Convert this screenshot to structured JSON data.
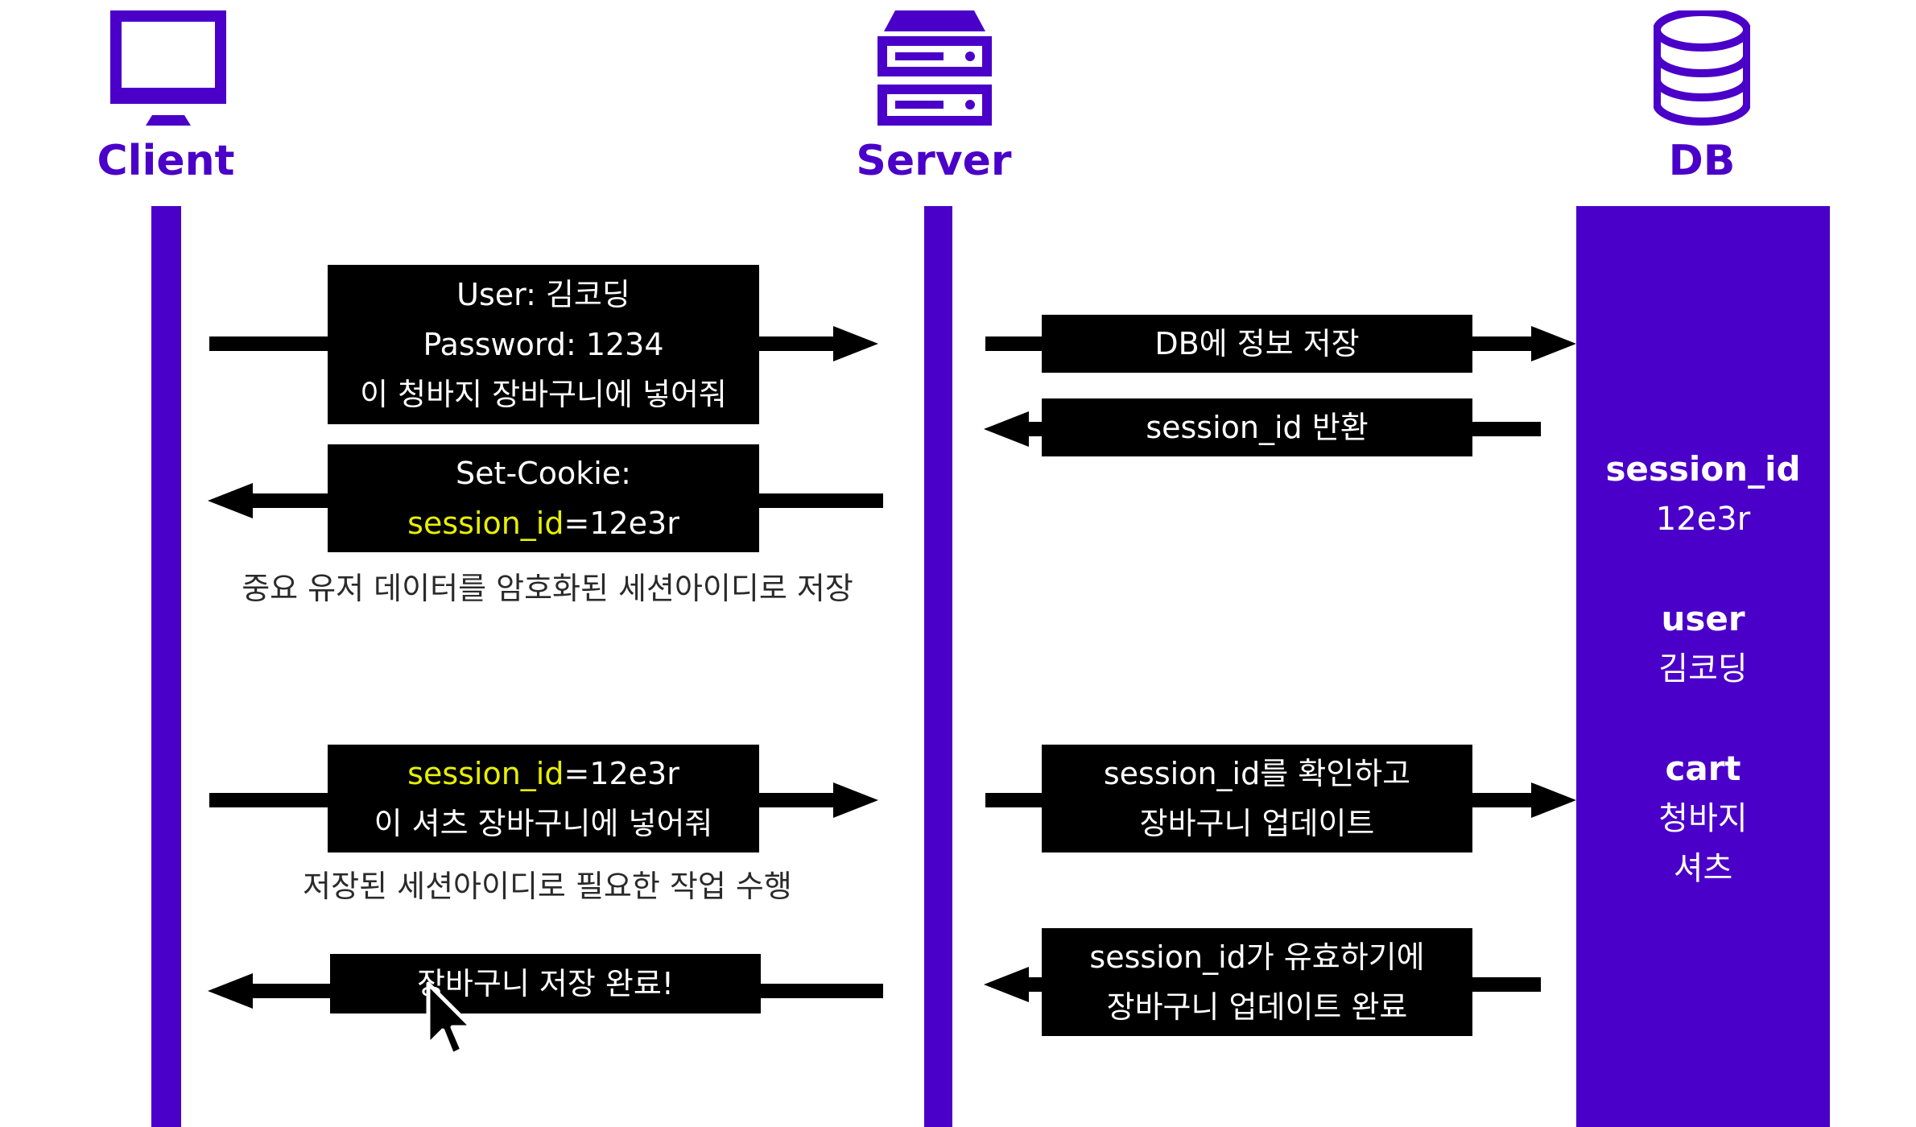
{
  "lanes": {
    "client": {
      "label": "Client",
      "icon": "monitor-icon"
    },
    "server": {
      "label": "Server",
      "icon": "server-icon"
    },
    "db": {
      "label": "DB",
      "icon": "database-icon"
    }
  },
  "colors": {
    "accent": "#4a00c8",
    "box": "#000000",
    "highlight": "#e8f000"
  },
  "messages": {
    "login_request": {
      "line1": "User: 김코딩",
      "line2": "Password: 1234",
      "line3": "이 청바지 장바구니에 넣어줘"
    },
    "set_cookie": {
      "line1": "Set-Cookie:",
      "key": "session_id",
      "value": "=12e3r"
    },
    "set_cookie_note": "중요 유저 데이터를 암호화된 세션아이디로 저장",
    "second_request": {
      "key": "session_id",
      "value": "=12e3r",
      "line2": "이 셔츠 장바구니에 넣어줘"
    },
    "second_request_note": "저장된 세션아이디로 필요한 작업 수행",
    "cart_done": "장바구니 저장 완료!",
    "db_store": "DB에 정보 저장",
    "session_return": "session_id 반환",
    "check_update": {
      "line1": "session_id를 확인하고",
      "line2": "장바구니 업데이트"
    },
    "update_done": {
      "line1": "session_id가 유효하기에",
      "line2": "장바구니 업데이트 완료"
    }
  },
  "db_record": {
    "session_id_key": "session_id",
    "session_id_value": "12e3r",
    "user_key": "user",
    "user_value": "김코딩",
    "cart_key": "cart",
    "cart_item1": "청바지",
    "cart_item2": "셔츠"
  },
  "cursor": {
    "icon": "mouse-pointer-icon"
  }
}
